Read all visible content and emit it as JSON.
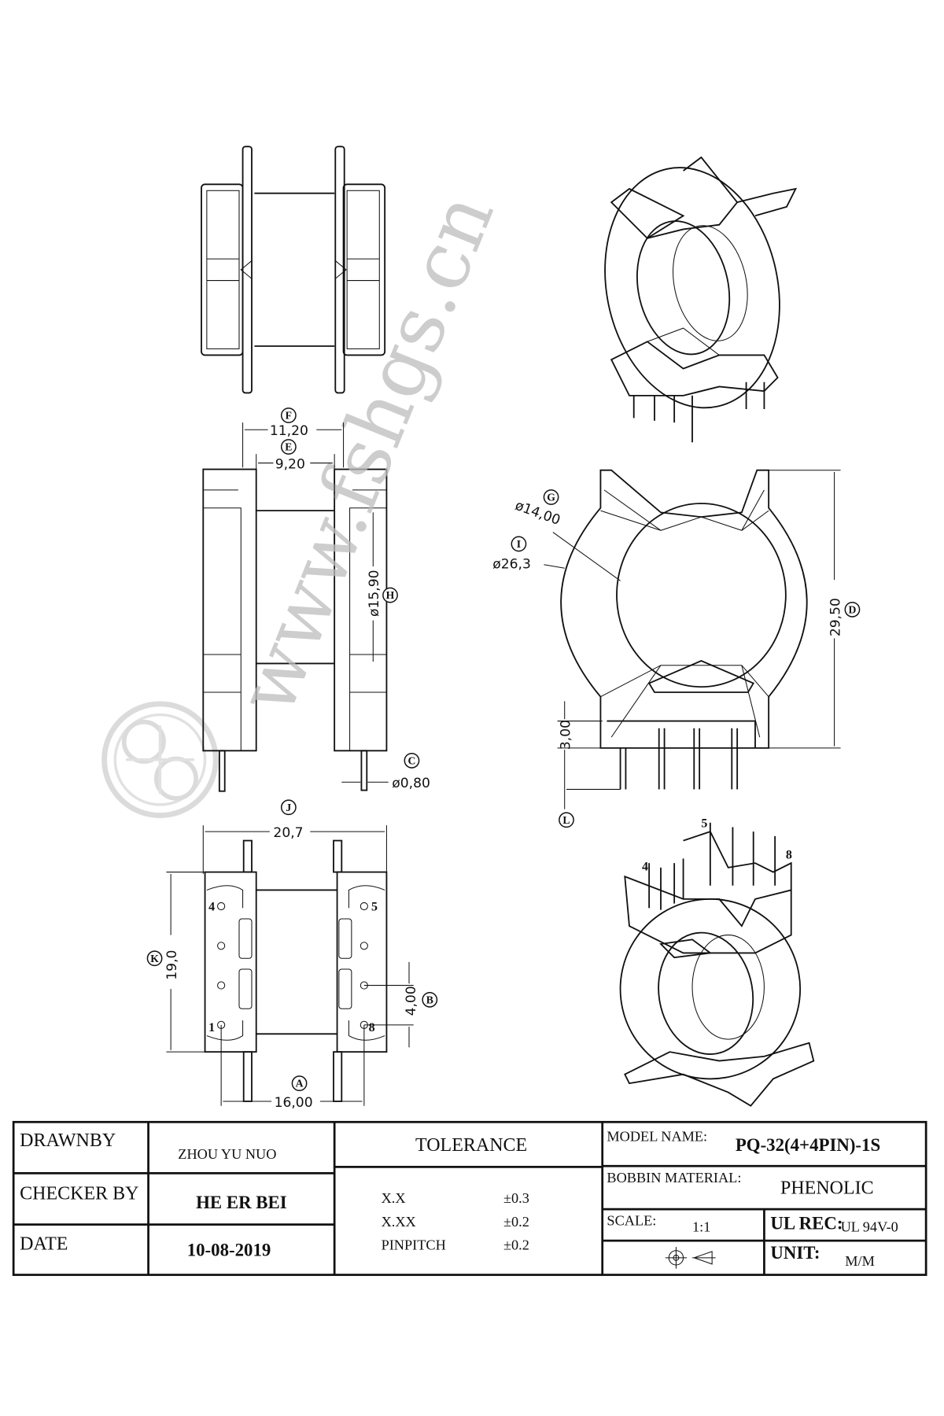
{
  "watermark": {
    "text": "www.fshgs.cn"
  },
  "dimensions": {
    "F": {
      "label": "F",
      "value": "11,20"
    },
    "E": {
      "label": "E",
      "value": "9,20"
    },
    "H": {
      "label": "H",
      "value": "ø15,90"
    },
    "C": {
      "label": "C",
      "value": "ø0,80"
    },
    "G": {
      "label": "G",
      "value": "ø14,00"
    },
    "I": {
      "label": "I",
      "value": "ø26,3"
    },
    "D": {
      "label": "D",
      "value": "29,50"
    },
    "L": {
      "label": "L",
      "value": "3,00"
    },
    "J": {
      "label": "J",
      "value": "20,7"
    },
    "K": {
      "label": "K",
      "value": "19,0"
    },
    "B": {
      "label": "B",
      "value": "4,00"
    },
    "A": {
      "label": "A",
      "value": "16,00"
    }
  },
  "pins": {
    "p1": "1",
    "p4": "4",
    "p5": "5",
    "p8": "8"
  },
  "title_block": {
    "drawn_by_label": "DRAWNBY",
    "drawn_by": "ZHOU YU NUO",
    "checker_label": "CHECKER BY",
    "checker": "HE ER BEI",
    "date_label": "DATE",
    "date": "10-08-2019",
    "tolerance_label": "TOLERANCE",
    "tolerances": [
      {
        "name": "X.X",
        "value": "±0.3"
      },
      {
        "name": "X.XX",
        "value": "±0.2"
      },
      {
        "name": "PINPITCH",
        "value": "±0.2"
      }
    ],
    "model_label": "MODEL NAME:",
    "model": "PQ-32(4+4PIN)-1S",
    "material_label": "BOBBIN MATERIAL:",
    "material": "PHENOLIC",
    "scale_label": "SCALE:",
    "scale": "1:1",
    "ul_label": "UL REC:",
    "ul": "UL 94V-0",
    "unit_label": "UNIT:",
    "unit": "M/M"
  }
}
